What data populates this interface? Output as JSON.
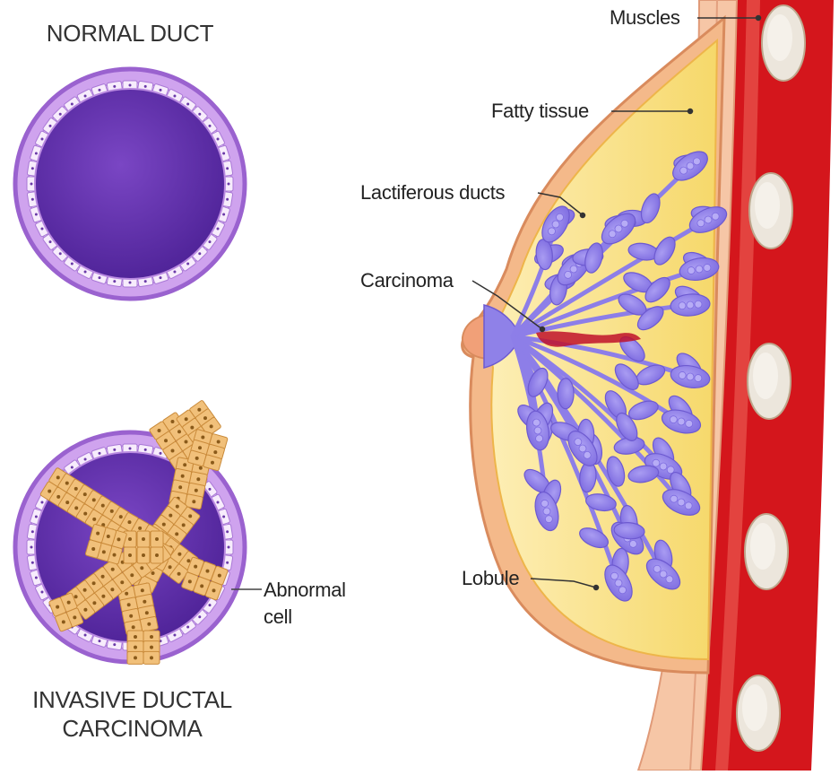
{
  "left_panel": {
    "normal_duct_title": "NORMAL DUCT",
    "invasive_title_line1": "INVASIVE DUCTAL",
    "invasive_title_line2": "CARCINOMA",
    "abnormal_cell_line1": "Abnormal",
    "abnormal_cell_line2": "cell"
  },
  "breast_labels": {
    "muscles": "Muscles",
    "fatty_tissue": "Fatty tissue",
    "lactiferous_ducts": "Lactiferous ducts",
    "carcinoma": "Carcinoma",
    "lobule": "Lobule"
  },
  "colors": {
    "duct_fill": "#5b2ba8",
    "duct_ring": "#c79ae8",
    "fat": "#fbe9a0",
    "skin": "#f4b98a",
    "muscle": "#d4161c",
    "lobule": "#8d7ee8",
    "cell": "#f1c07a"
  }
}
